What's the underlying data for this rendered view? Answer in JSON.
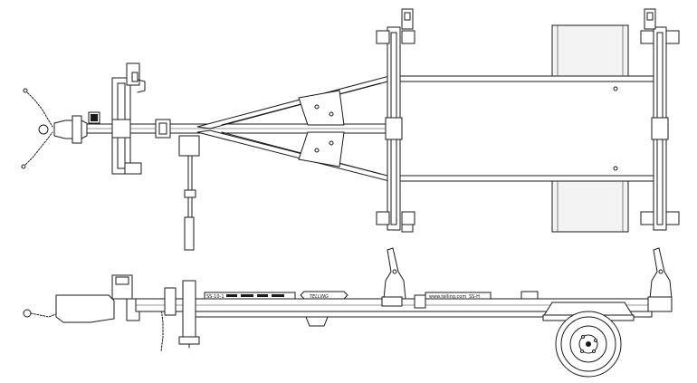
{
  "drawing": {
    "brand_decal": "TELLING",
    "website_decal": "www.telling.com",
    "website_suffix": "SS-H",
    "decal_prefix": "SS-10-1"
  }
}
